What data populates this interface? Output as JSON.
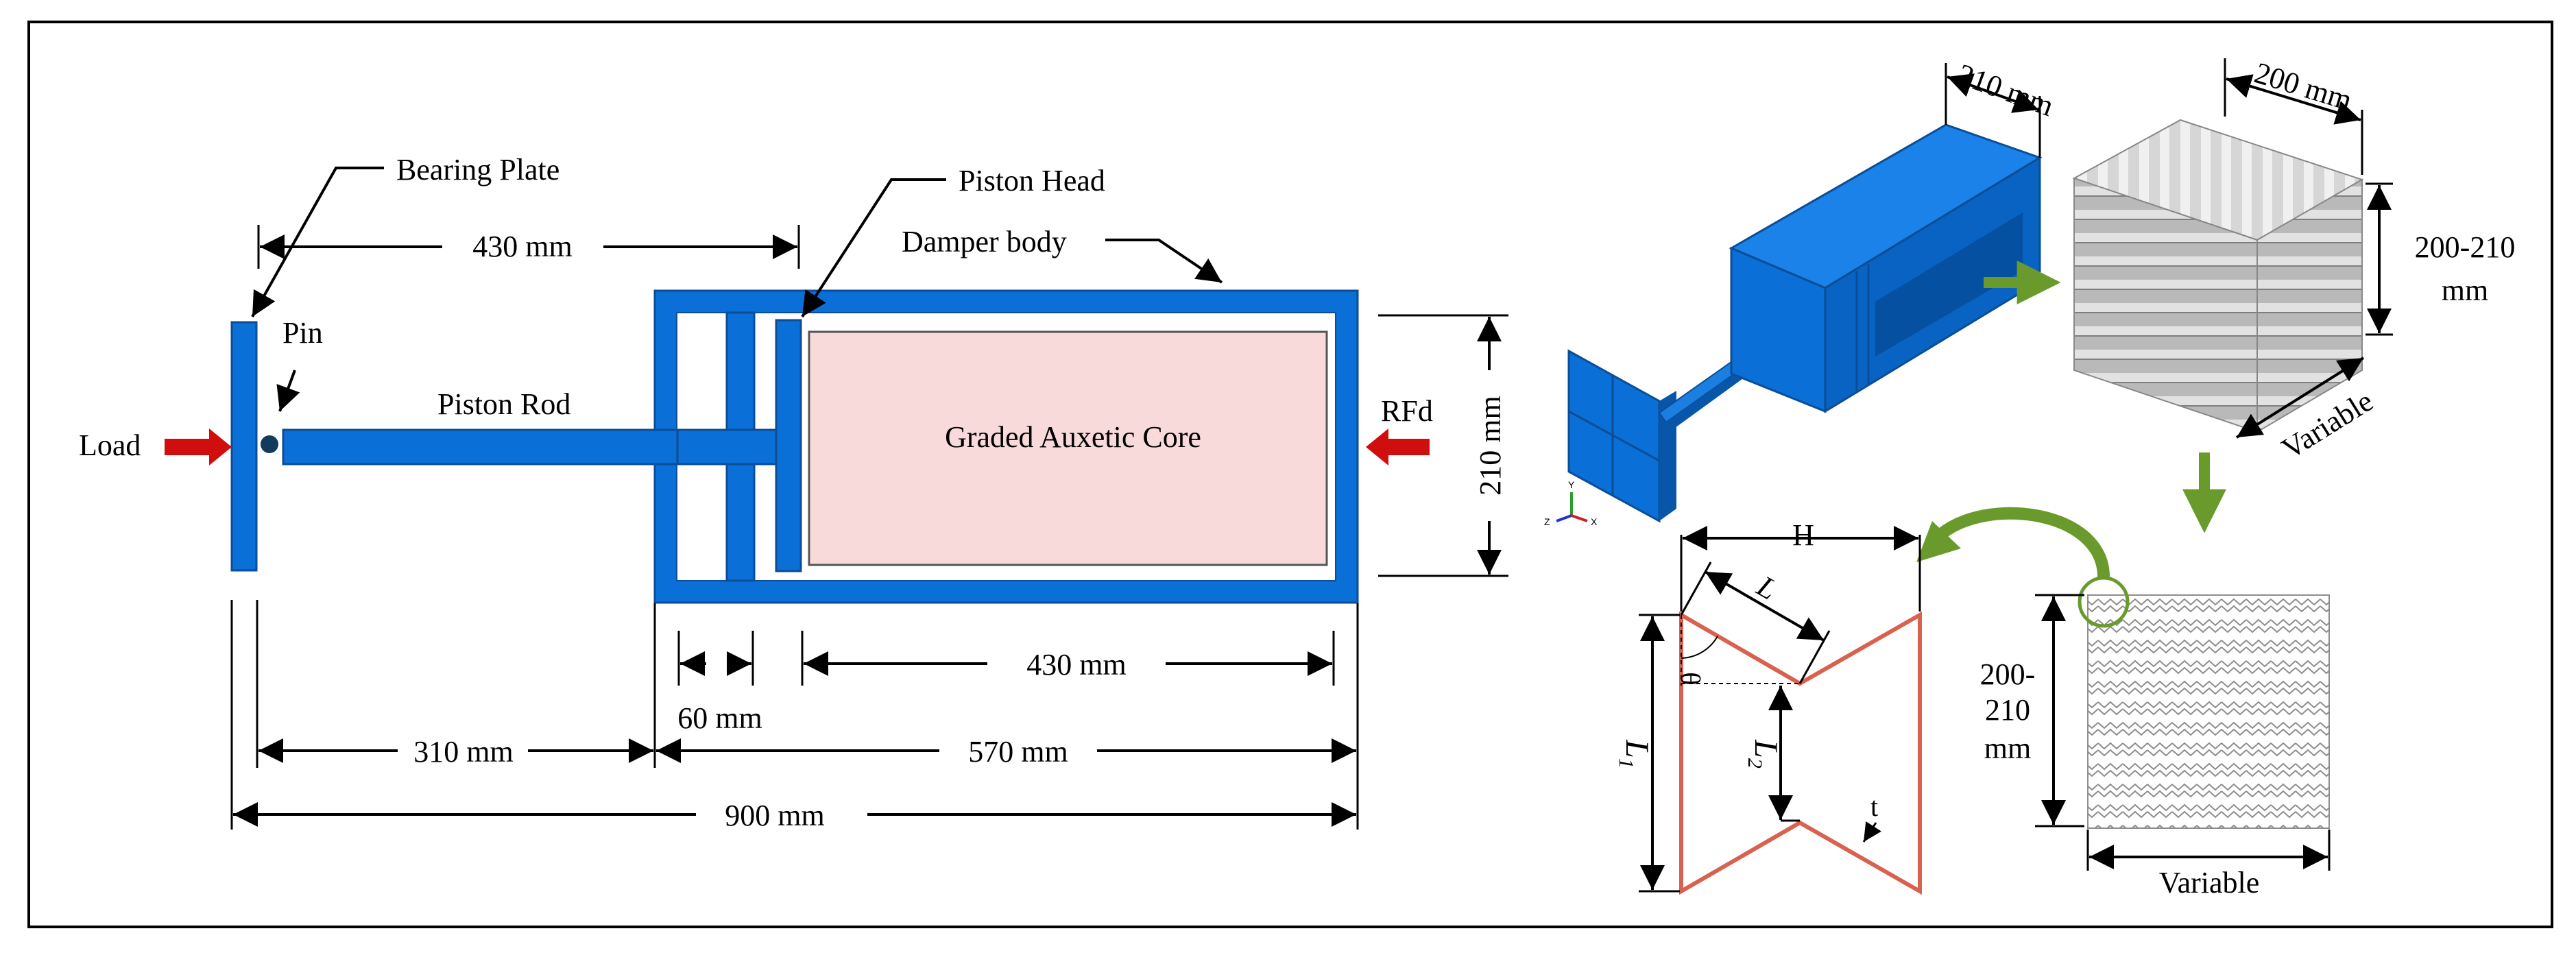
{
  "labels": {
    "bearing_plate": "Bearing Plate",
    "piston_head": "Piston Head",
    "damper_body": "Damper body",
    "pin": "Pin",
    "piston_rod": "Piston Rod",
    "load": "Load",
    "rfd": "RFd",
    "core": "Graded Auxetic Core"
  },
  "dims": {
    "d430_top": "430 mm",
    "d210": "210 mm",
    "d60": "60 mm",
    "d430_bottom": "430 mm",
    "d310": "310 mm",
    "d570": "570 mm",
    "d900": "900 mm"
  },
  "model": {
    "width_210": "210 mm",
    "width_200": "200 mm",
    "height_range_a": "200-210",
    "height_range_b": "mm",
    "variable_diag": "Variable"
  },
  "unit_cell": {
    "H": "H",
    "L": "L",
    "theta": "θ",
    "L1": "L",
    "L1_sub": "1",
    "L2": "L",
    "L2_sub": "2",
    "t": "t"
  },
  "lattice": {
    "height_a": "200-",
    "height_b": "210",
    "height_c": "mm",
    "width": "Variable"
  },
  "axes": {
    "y": "Y",
    "z": "Z",
    "x": "X"
  },
  "colors": {
    "body_blue": "#0a6fd6",
    "core_pink": "#f8dada",
    "arrow_red": "#d10e0e",
    "cell_red": "#d9614f",
    "arrow_green": "#6a9a2c"
  }
}
